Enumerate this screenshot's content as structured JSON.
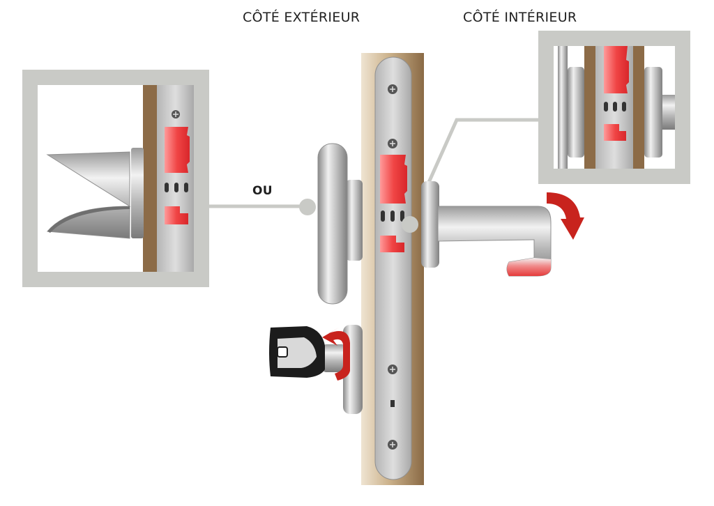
{
  "labels": {
    "exterior_side": "CÔTÉ EXTÉRIEUR",
    "interior_side": "CÔTÉ INTÉRIEUR",
    "or": "OU"
  },
  "colors": {
    "frame_gray": "#c9cac6",
    "door_wood": "#8c6b47",
    "door_wood_light": "#e9dcc7",
    "lock_plate": "#c8c8c8",
    "latch_red": "#e53b3b",
    "arrow_red": "#c8231d",
    "key_black": "#1c1c1c"
  },
  "icons": {
    "rotation_arrow_handle": "curved-arrow-clockwise",
    "rotation_arrow_key": "curved-arrow-turn"
  }
}
